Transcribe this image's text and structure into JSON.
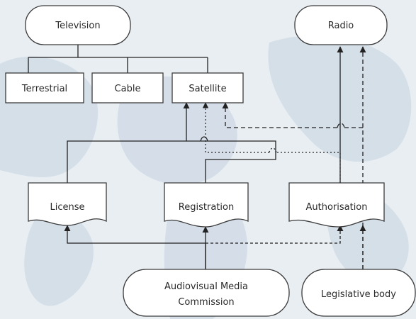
{
  "nodes": {
    "television": "Television",
    "radio": "Radio",
    "terrestrial": "Terrestrial",
    "cable": "Cable",
    "satellite": "Satellite",
    "license": "License",
    "registration": "Registration",
    "authorisation": "Authorisation",
    "commission_line1": "Audiovisual Media",
    "commission_line2": "Commission",
    "legislative_body": "Legislative body"
  },
  "colors": {
    "background": "#e9eef3",
    "map_land": "#d3dde7",
    "node_fill": "#ffffff",
    "node_stroke": "#3b3b3b",
    "connector": "#222222"
  }
}
